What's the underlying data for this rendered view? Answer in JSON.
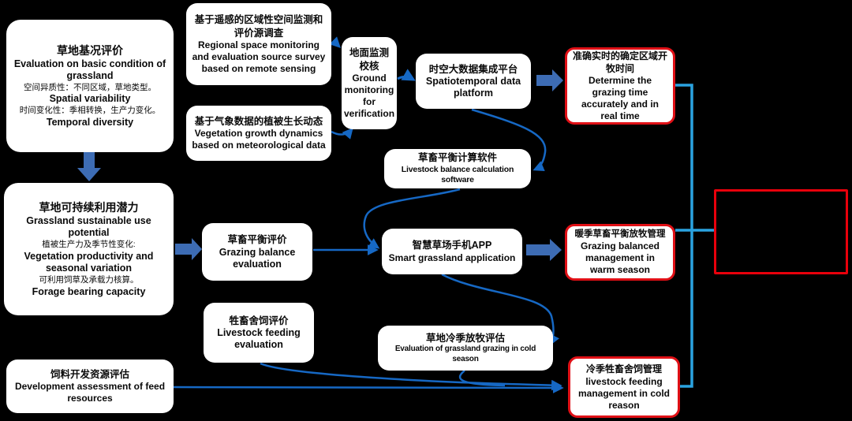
{
  "background": "#000000",
  "colors": {
    "box_background": "#ffffff",
    "text": "#0a0a0a",
    "thin_arrow_blue": "#1668c4",
    "block_arrow_blue": "#3d6cb4",
    "bracket_blue": "#2aa3e0",
    "highlight_red": "#e01016"
  },
  "nodes": {
    "basic_condition": {
      "zh": "草地基况评价",
      "en": "Evaluation on basic condition of grassland",
      "zh2": "空间异质性：不同区域，草地类型。",
      "en2": "Spatial variability",
      "zh3": "时间变化性：季相转换，生产力变化。",
      "en3": "Temporal diversity"
    },
    "sustainable_use": {
      "zh": "草地可持续利用潜力",
      "en": "Grassland sustainable  use potential",
      "zh2": "植被生产力及季节性变化:",
      "en2": "Vegetation productivity and seasonal variation",
      "zh3": "可利用饲草及承载力核算。",
      "en3": "Forage bearing capacity"
    },
    "feed_resources": {
      "zh": "饲料开发资源评估",
      "en": "Development assessment of feed resources"
    },
    "remote_sensing": {
      "zh": "基于遥感的区域性空间监测和评价源调查",
      "en": "Regional space monitoring and evaluation source survey based on remote sensing"
    },
    "vegetation_dynamics": {
      "zh": "基于气象数据的植被生长动态",
      "en": "Vegetation growth dynamics based on meteorological data"
    },
    "ground_monitoring": {
      "zh": "地面监测校核",
      "en": "Ground monitoring for verification"
    },
    "data_platform": {
      "zh": "时空大数据集成平台",
      "en": "Spatiotemporal  data platform"
    },
    "balance_software": {
      "zh": "草畜平衡计算软件",
      "en": "Livestock balance calculation software"
    },
    "grazing_balance": {
      "zh": "草畜平衡评价",
      "en": "Grazing balance evaluation"
    },
    "smart_app": {
      "zh": "智慧草场手机APP",
      "en": "Smart grassland application"
    },
    "feeding_evaluation": {
      "zh": "牲畜舍饲评价",
      "en": "Livestock feeding evaluation"
    },
    "cold_grazing_eval": {
      "zh": "草地冷季放牧评估",
      "en": "Evaluation of grassland grazing in cold season"
    },
    "grazing_time": {
      "zh": "准确实时的确定区域开牧时间",
      "en": "Determine the grazing time  accurately and in real time"
    },
    "warm_management": {
      "zh": "暖季草畜平衡放牧管理",
      "en": "Grazing  balanced management in warm season"
    },
    "cold_management": {
      "zh": "冷季牲畜舍饲管理",
      "en": "livestock feeding management in cold reason"
    },
    "final_outcome": {
      "label": ""
    }
  },
  "edges": [
    {
      "from": "basic_condition",
      "to": "sustainable_use",
      "style": "block-arrow"
    },
    {
      "from": "sustainable_use",
      "to": "grazing_balance",
      "style": "block-arrow"
    },
    {
      "from": "remote_sensing",
      "to": "ground_monitoring",
      "style": "curve"
    },
    {
      "from": "vegetation_dynamics",
      "to": "ground_monitoring",
      "style": "curve"
    },
    {
      "from": "ground_monitoring",
      "to": "data_platform",
      "style": "curve"
    },
    {
      "from": "data_platform",
      "to": "grazing_time",
      "style": "block-arrow"
    },
    {
      "from": "data_platform",
      "to": "balance_software",
      "style": "curve"
    },
    {
      "from": "balance_software",
      "to": "smart_app",
      "style": "curve"
    },
    {
      "from": "grazing_balance",
      "to": "smart_app",
      "style": "line"
    },
    {
      "from": "smart_app",
      "to": "warm_management",
      "style": "block-arrow"
    },
    {
      "from": "smart_app",
      "to": "cold_grazing_eval",
      "style": "curve"
    },
    {
      "from": "cold_grazing_eval",
      "to": "cold_management",
      "style": "curve"
    },
    {
      "from": "feeding_evaluation",
      "to": "cold_management",
      "style": "curve"
    },
    {
      "from": "feed_resources",
      "to": "cold_management",
      "style": "line"
    },
    {
      "from": "grazing_time",
      "to": "final_outcome",
      "style": "bracket"
    },
    {
      "from": "warm_management",
      "to": "final_outcome",
      "style": "bracket"
    },
    {
      "from": "cold_management",
      "to": "final_outcome",
      "style": "bracket"
    }
  ]
}
